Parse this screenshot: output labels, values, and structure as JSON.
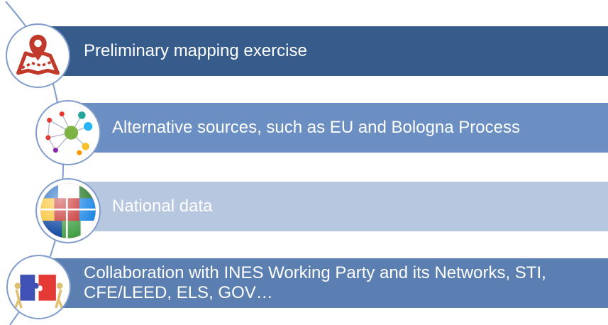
{
  "items": [
    {
      "label": "Preliminary mapping exercise",
      "icon": "map-pin-icon",
      "color": "#365c8b"
    },
    {
      "label": "Alternative sources, such as EU and Bologna Process",
      "icon": "network-graph-icon",
      "color": "#6b8fc2"
    },
    {
      "label": "National data",
      "icon": "flag-globe-icon",
      "color": "#b8c7e0"
    },
    {
      "label": "Collaboration with INES Working Party and its Networks, STI, CFE/LEED, ELS, GOV…",
      "icon": "puzzle-people-icon",
      "color": "#5c7fb1"
    }
  ],
  "connector_color": "#7f9ccc"
}
